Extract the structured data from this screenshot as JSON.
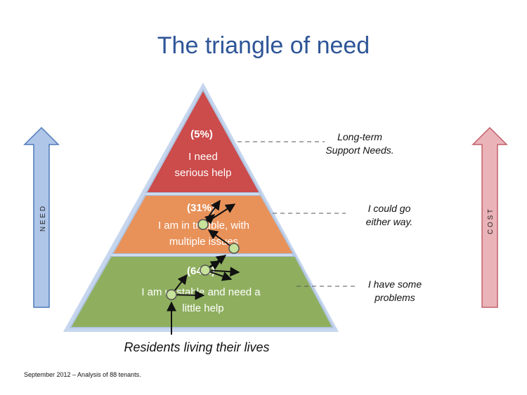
{
  "title": "The triangle of need",
  "tiers": [
    {
      "percent": "(5%)",
      "line1": "I need",
      "line2": "serious help",
      "color": "#CC4B4B"
    },
    {
      "percent": "(31%)",
      "line1": "I am in trouble, with",
      "line2": "multiple issues",
      "color": "#E8925A"
    },
    {
      "percent": "(64%)",
      "line1": "I am unstable and need a",
      "line2": "little help",
      "color": "#8FAF5F"
    }
  ],
  "notes": [
    {
      "text1": "Long-term",
      "text2": "Support Needs."
    },
    {
      "text1": "I could go",
      "text2": "either way."
    },
    {
      "text1": "I have some",
      "text2": "problems"
    }
  ],
  "left_arrow_label": "N E E D",
  "right_arrow_label": "C O S T",
  "caption": "Residents living their lives",
  "footer": "September 2012 – Analysis of 88 tenants.",
  "colors": {
    "title": "#2E5597",
    "need_arrow": "#AFC6E9",
    "cost_arrow": "#EAB3B8",
    "node": "#C7E29A"
  }
}
